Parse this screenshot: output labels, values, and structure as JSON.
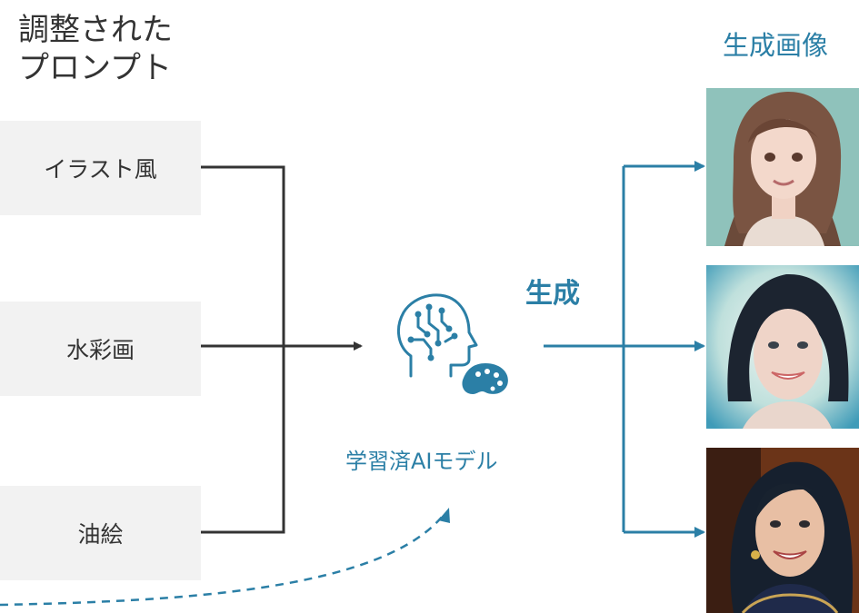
{
  "headings": {
    "prompts_line1": "調整された",
    "prompts_line2": "プロンプト",
    "outputs": "生成画像"
  },
  "prompts": [
    "イラスト風",
    "水彩画",
    "油絵"
  ],
  "model": {
    "label": "学習済AIモデル",
    "icon": "ai-head-with-palette-icon"
  },
  "generate_label": "生成",
  "outputs": [
    {
      "style": "illustration",
      "icon": "illustration-portrait"
    },
    {
      "style": "watercolor",
      "icon": "watercolor-portrait"
    },
    {
      "style": "oil-painting",
      "icon": "oil-painting-portrait"
    }
  ],
  "colors": {
    "accent": "#2b7fa6",
    "dark_line": "#333333",
    "box_bg": "#f2f2f2"
  }
}
